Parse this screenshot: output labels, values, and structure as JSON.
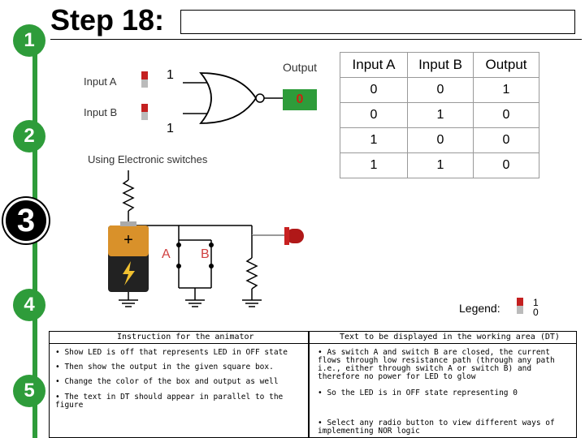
{
  "header": {
    "title": "Step 18:"
  },
  "steps": [
    "1",
    "2",
    "3",
    "4",
    "5"
  ],
  "circuit": {
    "input_a_label": "Input A",
    "input_b_label": "Input B",
    "input_a_value": "1",
    "input_b_value": "1",
    "output_label": "Output",
    "output_value": "0",
    "caption": "Using Electronic switches",
    "switch_a_label": "A",
    "switch_b_label": "B"
  },
  "truth_table": {
    "headers": [
      "Input A",
      "Input B",
      "Output"
    ],
    "rows": [
      [
        "0",
        "0",
        "1"
      ],
      [
        "0",
        "1",
        "0"
      ],
      [
        "1",
        "0",
        "0"
      ],
      [
        "1",
        "1",
        "0"
      ]
    ]
  },
  "legend": {
    "label": "Legend:",
    "on": "1",
    "off": "0"
  },
  "animator_panel": {
    "title": "Instruction for the animator",
    "items": [
      "Show LED is off that represents LED in OFF state",
      "Then show the output in the given square box.",
      "Change the color of the box and output as well",
      "The text in DT should appear in parallel to the figure"
    ]
  },
  "dt_panel": {
    "title": "Text to be displayed in the working area (DT)",
    "items": [
      "As switch A and switch B are closed, the current flows through low resistance path (through any path i.e., either through switch A or switch B) and therefore no power for LED to glow",
      "So the LED is in OFF state representing 0",
      "Select any radio button to view different ways of implementing NOR logic"
    ]
  },
  "colors": {
    "step_green": "#2e9c3a",
    "switch_red": "#c42020",
    "output_text": "#c21"
  }
}
